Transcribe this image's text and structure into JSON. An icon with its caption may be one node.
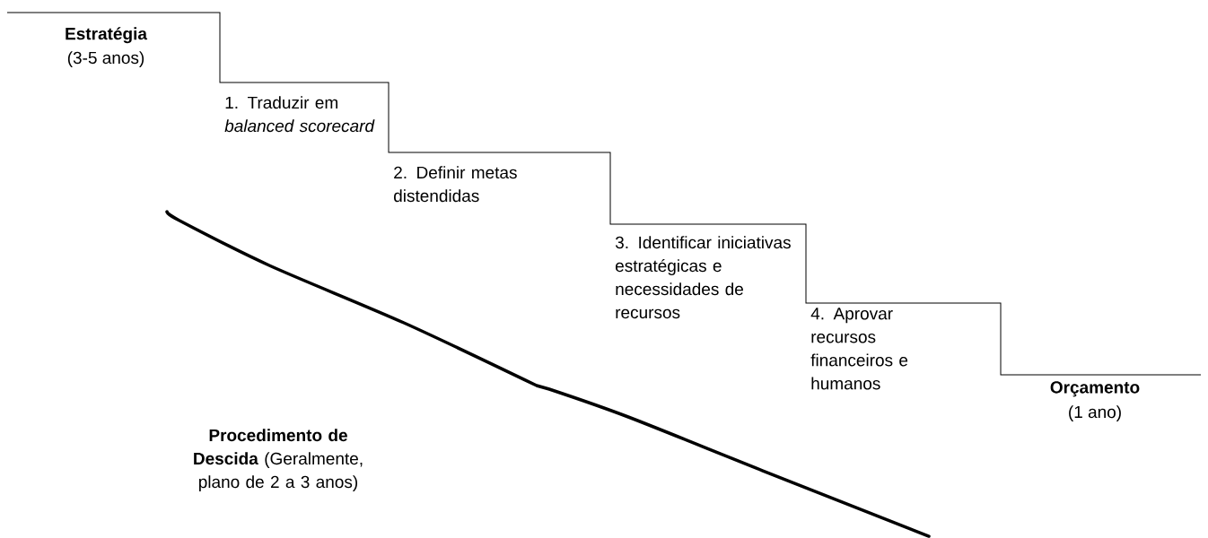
{
  "diagram": {
    "labels": [
      "Estratégia",
      "(3-5 anos)",
      "1. Traduzir em *balanced scorecard*",
      "2. Definir metas distendidas",
      "3. Identificar iniciativas estratégicas e necessidades de recursos",
      "4. Aprovar recursos financeiros e humanos",
      "Orçamento",
      "(1 ano)",
      "**Procedimento de Descida** (Geralmente, plano de 2 a 3 anos)"
    ]
  }
}
